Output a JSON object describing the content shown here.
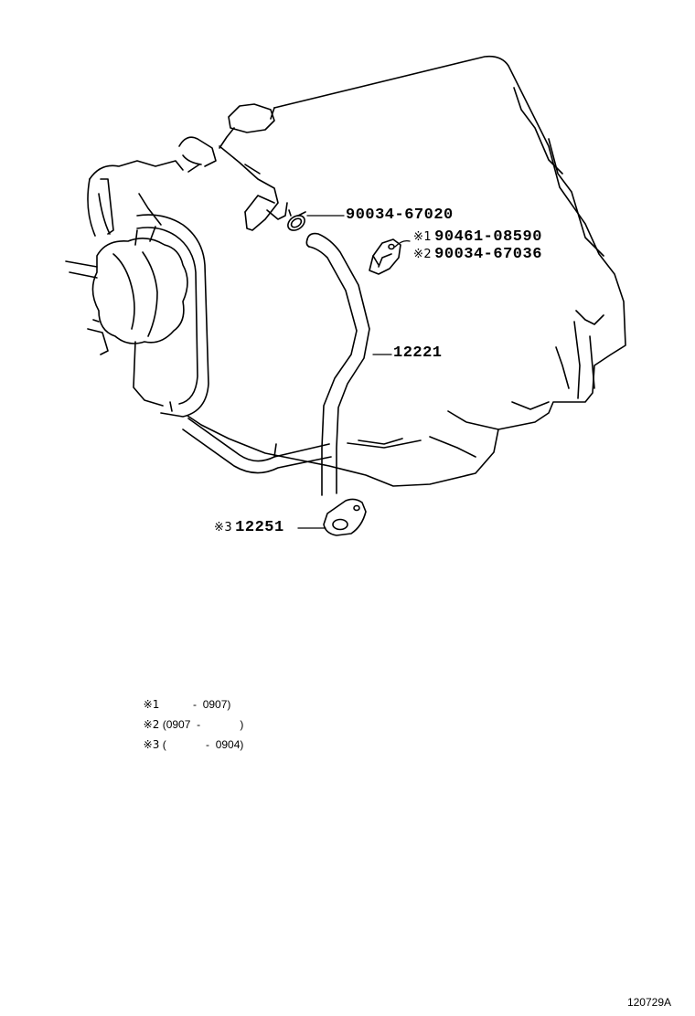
{
  "callouts": {
    "part_90034_67020": "90034-67020",
    "part_90461_08590": {
      "mark": "※1",
      "number": "90461-08590"
    },
    "part_90034_67036": {
      "mark": "※2",
      "number": "90034-67036"
    },
    "part_12221": "12221",
    "part_12251": {
      "mark": "※3",
      "number": "12251"
    }
  },
  "notes": [
    {
      "mark": "※1",
      "range": "           -  0907)"
    },
    {
      "mark": "※2",
      "range": " (0907  -             )"
    },
    {
      "mark": "※3",
      "range": " (             -  0904)"
    }
  ],
  "diagram_id": "120729A"
}
